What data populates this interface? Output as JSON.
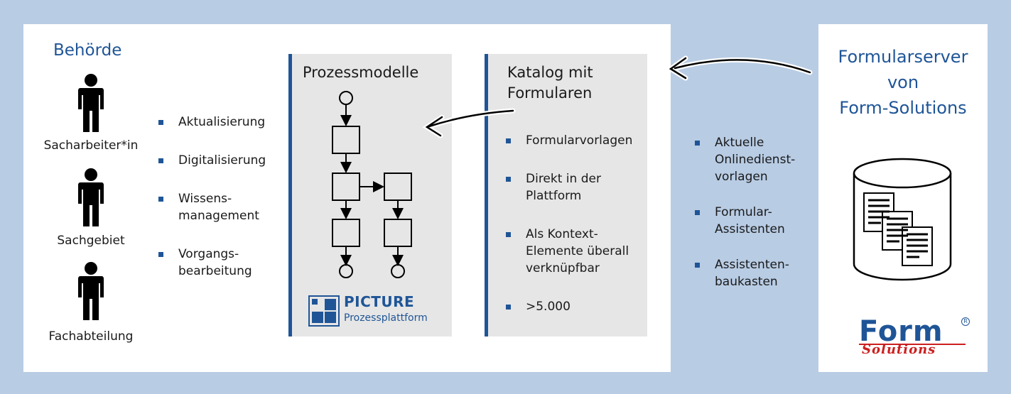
{
  "authority": {
    "title": "Behörde",
    "roles": [
      "Sacharbeiter*in",
      "Sachgebiet",
      "Fachabteilung"
    ],
    "benefits": [
      "Aktualisierung",
      "Digitalisierung",
      "Wissens-\nmanagement",
      "Vorgangs-\nbearbeitung"
    ]
  },
  "process_models": {
    "title": "Prozessmodelle",
    "logo_title": "PICTURE",
    "logo_subtitle": "Prozessplattform"
  },
  "catalog": {
    "title": "Katalog mit\nFormularen",
    "items": [
      "Formularvorlagen",
      "Direkt in der\nPlattform",
      "Als Kontext-\nElemente überall\nverknüpfbar",
      ">5.000"
    ]
  },
  "server": {
    "title": "Formularserver\nvon\nForm-Solutions",
    "items": [
      "Aktuelle\nOnlinedienst-\nvorlagen",
      "Formular-\nAssistenten",
      "Assistenten-\nbaukasten"
    ],
    "logo_text": "Form",
    "logo_sub": "Solutions",
    "logo_reg": "R"
  },
  "colors": {
    "background": "#b8cce4",
    "accent": "#1f5597",
    "panel": "#e6e6e6",
    "logo_red": "#cc1f1f"
  }
}
